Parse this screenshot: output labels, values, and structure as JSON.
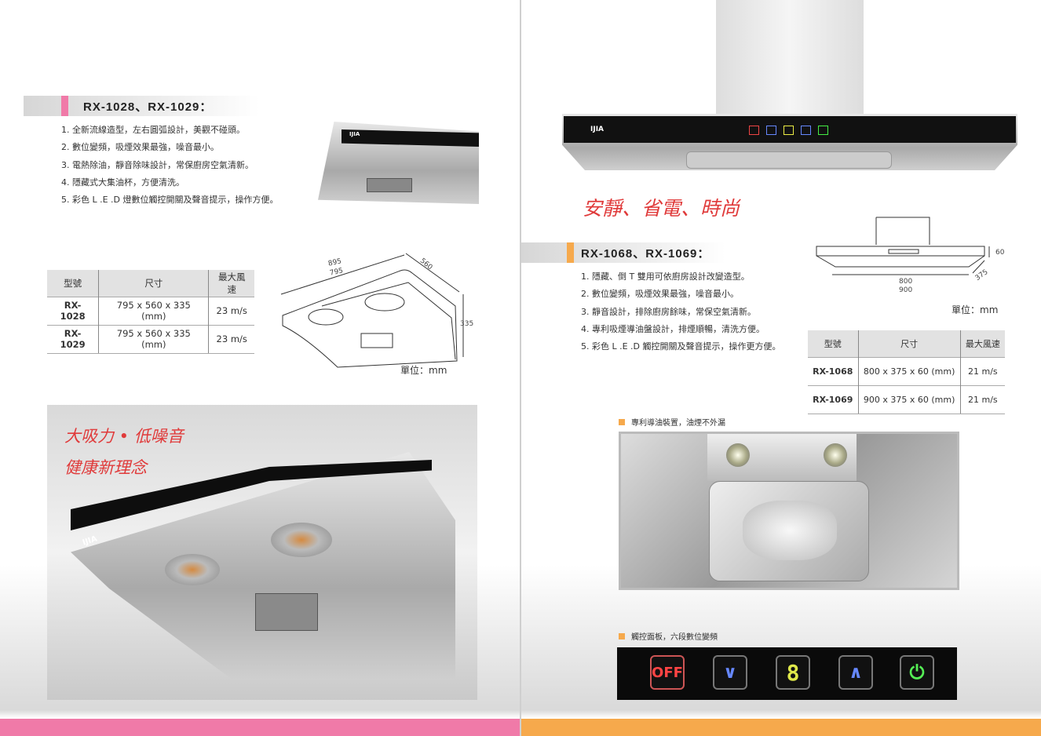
{
  "left": {
    "heading": "RX-1028、RX-1029：",
    "features": [
      "1. 全新流線造型，左右圓弧設計，美觀不碰頭。",
      "2. 數位變頻，吸煙效果最強，噪音最小。",
      "3. 電熱除油，靜音除味設計，常保廚房空氣清新。",
      "4. 隱藏式大集油杯，方便清洗。",
      "5. 彩色 L .E .D 燈數位觸控開關及聲音提示，操作方便。"
    ],
    "table": {
      "headers": [
        "型號",
        "尺寸",
        "最大風速"
      ],
      "rows": [
        [
          "RX-1028",
          "795 x 560 x 335 (mm)",
          "23 m/s"
        ],
        [
          "RX-1029",
          "795 x 560 x 335 (mm)",
          "23 m/s"
        ]
      ]
    },
    "diagram": {
      "dim_a": "895",
      "dim_b": "795",
      "dim_depth": "560",
      "dim_height": "335",
      "unit": "單位：mm"
    },
    "brand": "IJIA",
    "slogan_1": "大吸力 • 低噪音",
    "slogan_2": "健康新理念",
    "accent": "#f07aa8"
  },
  "right": {
    "brand": "IJIA",
    "slogan": "安靜、省電、時尚",
    "heading": "RX-1068、RX-1069：",
    "features": [
      "1. 隱藏、倒 T 雙用可依廚房設計改變造型。",
      "2. 數位變頻，吸煙效果最強，噪音最小。",
      "3. 靜音設計，排除廚房餘味，常保空氣清新。",
      "4. 專利吸煙導油盤設計，排煙順暢，清洗方便。",
      "5. 彩色 L .E .D 觸控開關及聲音提示，操作更方便。"
    ],
    "diagram": {
      "dim_height": "60",
      "dim_depth": "375",
      "dim_w1": "800",
      "dim_w2": "900",
      "unit": "單位：mm"
    },
    "table": {
      "headers": [
        "型號",
        "尺寸",
        "最大風速"
      ],
      "rows": [
        [
          "RX-1068",
          "800 x 375 x 60 (mm)",
          "21 m/s"
        ],
        [
          "RX-1069",
          "900 x 375 x 60 (mm)",
          "21 m/s"
        ]
      ]
    },
    "caption_oil": "專利導油裝置，油煙不外漏",
    "caption_panel": "觸控面板，六段數位變頻",
    "panel": {
      "off": "OFF",
      "digit": "8"
    },
    "accent": "#f6a94c"
  }
}
